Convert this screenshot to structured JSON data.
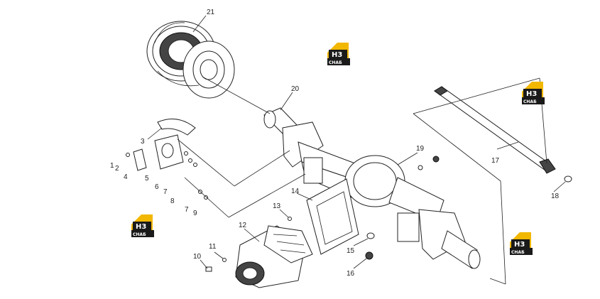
{
  "callouts": [
    "21",
    "20",
    "3",
    "1",
    "2",
    "4",
    "5",
    "6",
    "7",
    "8",
    "7",
    "9",
    "19",
    "17",
    "18",
    "14",
    "13",
    "12",
    "11",
    "10",
    "15",
    "16"
  ],
  "watermark": {
    "top_text": "H3",
    "bottom_text": "CHAБ",
    "colors": {
      "house": "#f2b700",
      "band": "#1a1a1a",
      "text": "#ffffff"
    }
  }
}
